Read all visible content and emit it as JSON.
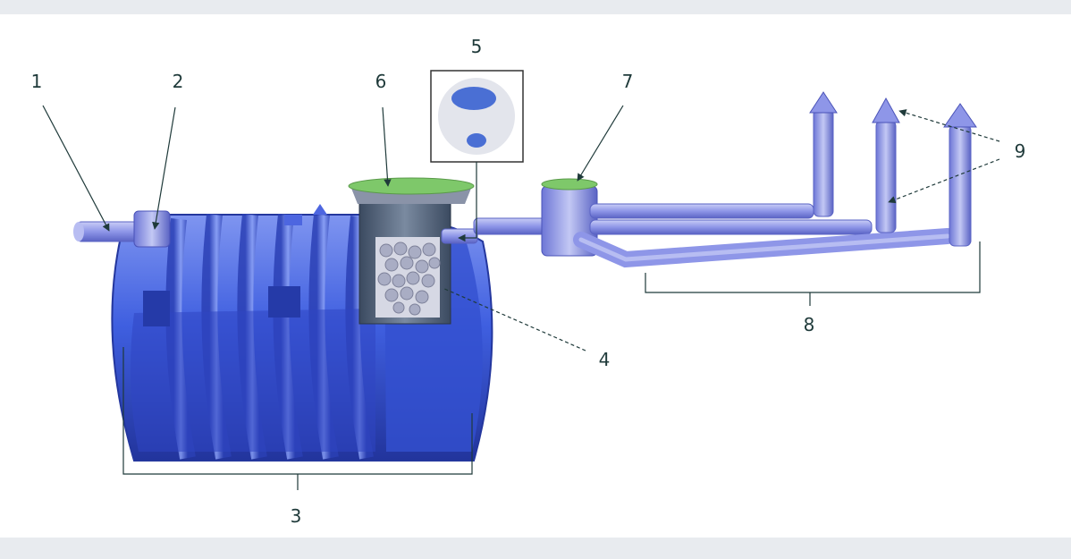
{
  "labels": {
    "l1": "1",
    "l2": "2",
    "l3": "3",
    "l4": "4",
    "l5": "5",
    "l6": "6",
    "l7": "7",
    "l8": "8",
    "l9": "9"
  },
  "colors": {
    "tank": "#3f5fe0",
    "tank_dark": "#2a3fb8",
    "pipe": "#8e96e8",
    "lid": "#7ec86a",
    "filter_media": "#c9cbd8",
    "leader": "#1f3a3a"
  }
}
